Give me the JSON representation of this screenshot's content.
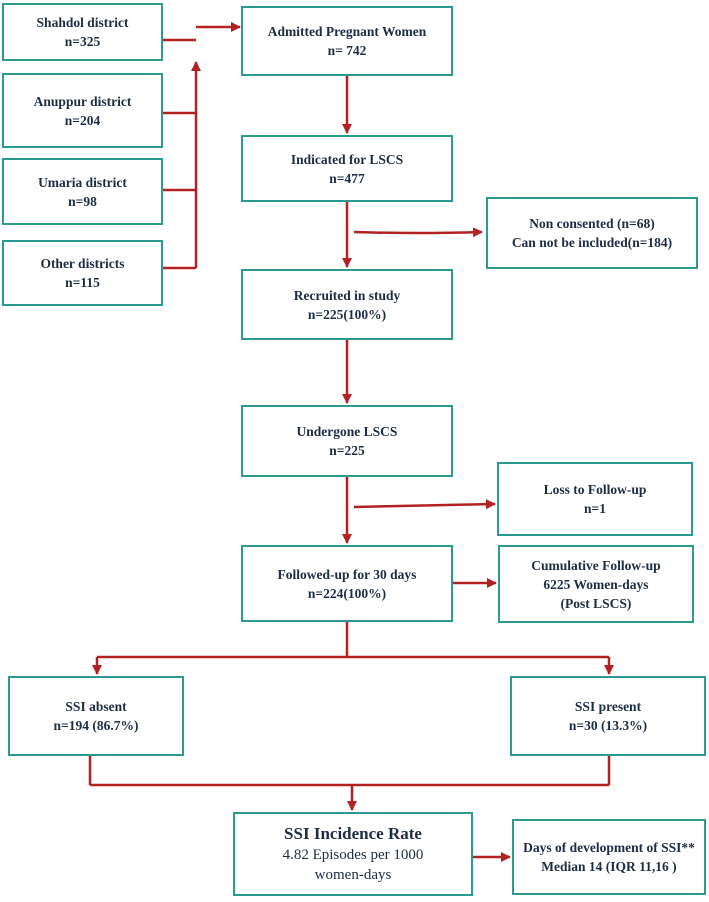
{
  "accent_color": "#2b9a93",
  "arrow_color": "#b22222",
  "districts": [
    {
      "name": "Shahdol district",
      "count": "n=325"
    },
    {
      "name": "Anuppur district",
      "count": "n=204"
    },
    {
      "name": "Umaria district",
      "count": "n=98"
    },
    {
      "name": "Other districts",
      "count": "n=115"
    }
  ],
  "admitted": {
    "title": "Admitted Pregnant Women",
    "count": "n= 742"
  },
  "indicated": {
    "title": "Indicated for LSCS",
    "count": "n=477"
  },
  "excluded": {
    "line1": "Non consented (n=68)",
    "line2": "Can not be included(n=184)"
  },
  "recruited": {
    "title": "Recruited in study",
    "count": "n=225(100%)"
  },
  "undergone": {
    "title": "Undergone LSCS",
    "count": "n=225"
  },
  "loss": {
    "title": "Loss to Follow-up",
    "count": "n=1"
  },
  "followed": {
    "title": "Followed-up for 30 days",
    "count": "n=224(100%)"
  },
  "cumulative": {
    "line1": "Cumulative Follow-up",
    "line2": "6225 Women-days",
    "line3": "(Post LSCS)"
  },
  "ssi_absent": {
    "title": "SSI absent",
    "count": "n=194 (86.7%)"
  },
  "ssi_present": {
    "title": "SSI present",
    "count": "n=30 (13.3%)"
  },
  "incidence": {
    "title": "SSI Incidence Rate",
    "line1": "4.82 Episodes per 1000",
    "line2": "women-days"
  },
  "development": {
    "line1": "Days of development of SSI**",
    "line2": "Median 14 (IQR 11,16 )"
  }
}
